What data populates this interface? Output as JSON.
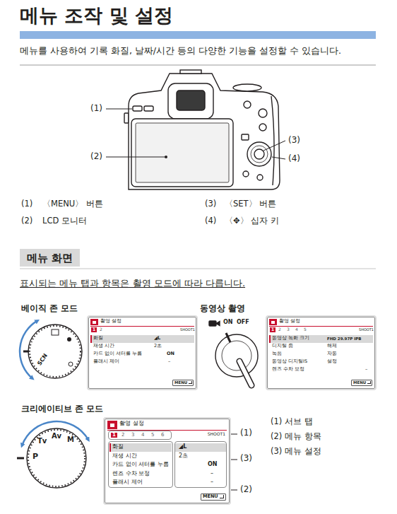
{
  "diagram": {
    "title": "메뉴 조작 및 설정",
    "nodes": [
      {
        "text": [
          "메뉴 화면"
        ]
      },
      {
        "text": [
          "촬영 설정",
          "1",
          "2",
          "SHOOT1",
          "화질",
          "◢L",
          "재생 시간",
          "2초",
          "카드 없이 셔터를 누름",
          "ON",
          "플래시 제어",
          "–",
          "MENU"
        ]
      },
      {
        "text": [
          "촬영 설정",
          "1",
          "2",
          "3",
          "4",
          "5",
          "SHOOT1",
          "동영상 녹화 크기",
          "FHD 29.97P IPB",
          "디지털 줌",
          "해제",
          "녹음",
          "자동",
          "동영상 디지털IS",
          "설정",
          "렌즈 수차 보정",
          "–",
          "MENU"
        ]
      },
      {
        "text": [
          "촬영 설정",
          "SHOOT1",
          "MENU"
        ]
      },
      {
        "text": [
          "1",
          "2",
          "3",
          "4",
          "5",
          "6"
        ],
        "in": 3
      },
      {
        "text": [
          "화질",
          "재생 시간",
          "카드 없이 셔터를 누름",
          "렌즈 수차 보정",
          "플래시 제어"
        ],
        "in": 3
      },
      {
        "text": [
          "◢L",
          "2초",
          "ON",
          "–",
          "–"
        ],
        "in": 3
      }
    ],
    "labels": [
      "메뉴를 사용하여 기록 화질, 날짜/시간 등의 다양한 기능을 설정할 수 있습니다.",
      "(1)",
      "(2)",
      "(3)",
      "(4)",
      "(1)",
      "〈MENU〉 버튼",
      "(3)",
      "〈SET〉 버튼",
      "(2)",
      "LCD 모니터",
      "(4)",
      "〈✥〉 십자 키",
      "표시되는 메뉴 탭과 항목은 촬영 모드에 따라 다릅니다.",
      "베이직 존 모드",
      "동영상 촬영",
      "SCN",
      "ON",
      "OFF",
      "크리에이티브 존 모드",
      "P",
      "Tv",
      "Av",
      "M",
      "(1)",
      "(3)",
      "(2)",
      "(1) 서브 탭",
      "(2) 메뉴 항목",
      "(3) 메뉴 설정"
    ]
  }
}
